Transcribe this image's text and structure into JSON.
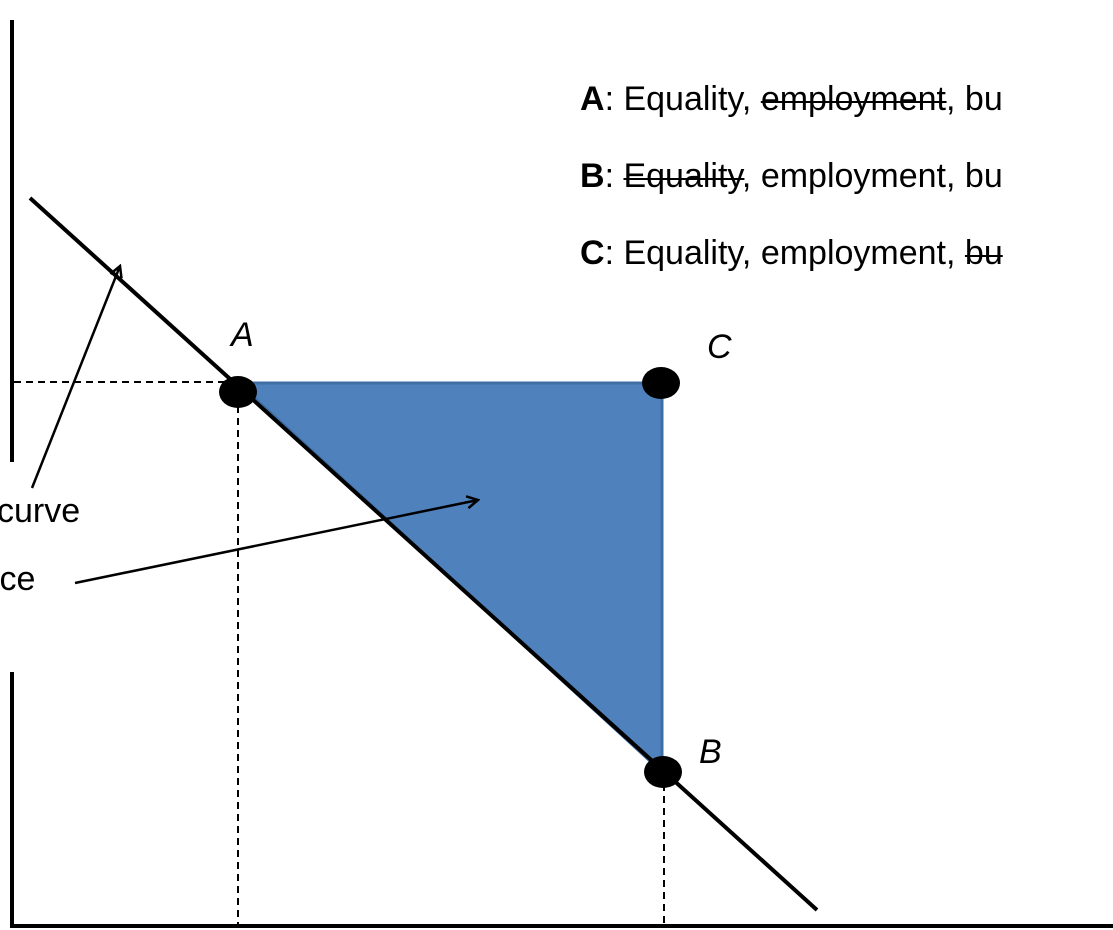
{
  "colors": {
    "background": "#ffffff",
    "ink": "#000000",
    "triangle_fill": "#4f81bd",
    "triangle_edge": "#3f6ea5"
  },
  "points": {
    "a": "A",
    "b": "B",
    "c": "C"
  },
  "legend": {
    "row_a": {
      "key": "A",
      "sep": ": ",
      "w1": "Equality",
      "c1": ", ",
      "w2": "employment",
      "c2": ", ",
      "w3": "bu",
      "struck": "employment"
    },
    "row_b": {
      "key": "B",
      "sep": ": ",
      "w1": "Equality",
      "c1": ", ",
      "w2": "employment",
      "c2": ", ",
      "w3": "bu",
      "struck": "Equality"
    },
    "row_c": {
      "key": "C",
      "sep": ": ",
      "w1": "Equality",
      "c1": ", ",
      "w2": "employment",
      "c2": ", ",
      "w3": "bu",
      "struck": "bu"
    }
  },
  "annotations": {
    "curve_label": "curve",
    "choice_label": "ice"
  }
}
